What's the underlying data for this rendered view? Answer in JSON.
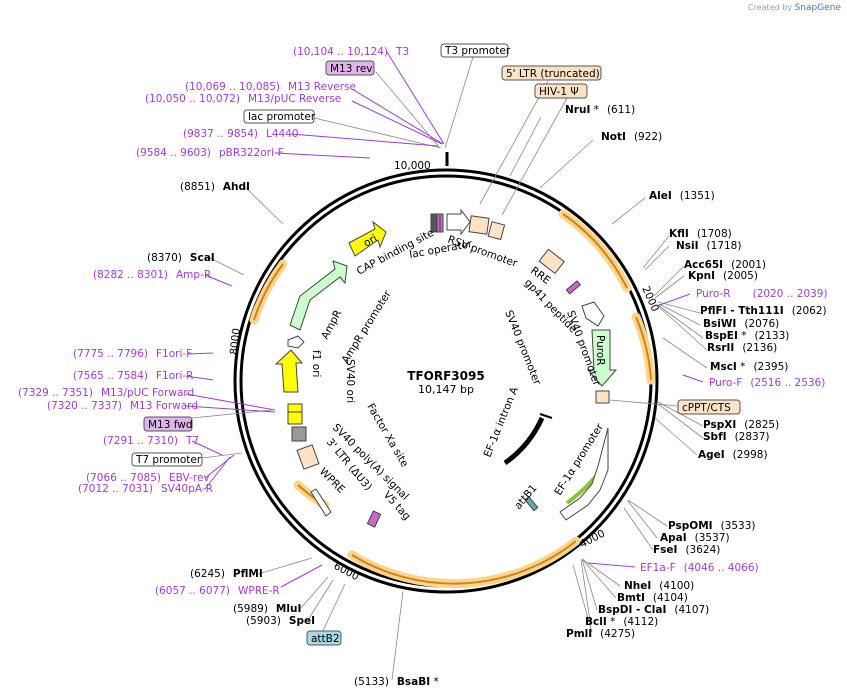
{
  "credit": {
    "prefix": "Created by",
    "brand": "SnapGene"
  },
  "plasmid": {
    "name": "TFORF3095",
    "size": "10,147 bp"
  },
  "ticks": [
    "10,000",
    "2000",
    "4000",
    "6000",
    "8000"
  ],
  "sites": [
    {
      "name": "NruI",
      "star": true,
      "pos": "(611)"
    },
    {
      "name": "NotI",
      "star": false,
      "pos": "(922)"
    },
    {
      "name": "AleI",
      "star": false,
      "pos": "(1351)"
    },
    {
      "name": "KflI",
      "star": false,
      "pos": "(1708)"
    },
    {
      "name": "NsiI",
      "star": false,
      "pos": "(1718)"
    },
    {
      "name": "Acc65I",
      "star": false,
      "pos": "(2001)"
    },
    {
      "name": "KpnI",
      "star": false,
      "pos": "(2005)"
    },
    {
      "name": "PflFI - Tth111I",
      "star": false,
      "pos": "(2062)"
    },
    {
      "name": "BsiWI",
      "star": false,
      "pos": "(2076)"
    },
    {
      "name": "BspEI",
      "star": true,
      "pos": "(2133)"
    },
    {
      "name": "RsrII",
      "star": false,
      "pos": "(2136)"
    },
    {
      "name": "MscI",
      "star": true,
      "pos": "(2395)"
    },
    {
      "name": "PspXI",
      "star": false,
      "pos": "(2825)"
    },
    {
      "name": "SbfI",
      "star": false,
      "pos": "(2837)"
    },
    {
      "name": "AgeI",
      "star": false,
      "pos": "(2998)"
    },
    {
      "name": "PspOMI",
      "star": false,
      "pos": "(3533)"
    },
    {
      "name": "ApaI",
      "star": false,
      "pos": "(3537)"
    },
    {
      "name": "FseI",
      "star": false,
      "pos": "(3624)"
    },
    {
      "name": "NheI",
      "star": false,
      "pos": "(4100)"
    },
    {
      "name": "BmtI",
      "star": false,
      "pos": "(4104)"
    },
    {
      "name": "BspDI - ClaI",
      "star": false,
      "pos": "(4107)"
    },
    {
      "name": "BclI",
      "star": true,
      "pos": "(4112)"
    },
    {
      "name": "PmlI",
      "star": false,
      "pos": "(4275)"
    },
    {
      "name": "BsaBI",
      "star": true,
      "pos": "(5133)"
    },
    {
      "name": "SpeI",
      "star": false,
      "pos": "(5903)"
    },
    {
      "name": "MluI",
      "star": false,
      "pos": "(5989)"
    },
    {
      "name": "PflMI",
      "star": false,
      "pos": "(6245)"
    },
    {
      "name": "ScaI",
      "star": false,
      "pos": "(8370)"
    },
    {
      "name": "AhdI",
      "star": false,
      "pos": "(8851)"
    }
  ],
  "primers": [
    {
      "name": "T3",
      "range": "(10,104 .. 10,124)"
    },
    {
      "name": "M13 Reverse",
      "range": "(10,069 .. 10,085)"
    },
    {
      "name": "M13/pUC Reverse",
      "range": "(10,050 .. 10,072)"
    },
    {
      "name": "L4440",
      "range": "(9837 .. 9854)"
    },
    {
      "name": "pBR322ori-F",
      "range": "(9584 .. 9603)"
    },
    {
      "name": "Amp-R",
      "range": "(8282 .. 8301)"
    },
    {
      "name": "F1ori-F",
      "range": "(7775 .. 7796)"
    },
    {
      "name": "F1ori-R",
      "range": "(7565 .. 7584)"
    },
    {
      "name": "M13/pUC Forward",
      "range": "(7329 .. 7351)"
    },
    {
      "name": "M13 Forward",
      "range": "(7320 .. 7337)"
    },
    {
      "name": "T7",
      "range": "(7291 .. 7310)"
    },
    {
      "name": "EBV-rev",
      "range": "(7066 .. 7085)"
    },
    {
      "name": "SV40pA-R",
      "range": "(7012 .. 7031)"
    },
    {
      "name": "WPRE-R",
      "range": "(6057 .. 6077)"
    },
    {
      "name": "Puro-R",
      "range": "(2020 .. 2039)"
    },
    {
      "name": "Puro-F",
      "range": "(2516 .. 2536)"
    },
    {
      "name": "EF1a-F",
      "range": "(4046 .. 4066)"
    }
  ],
  "boxed": {
    "t3_promoter": "T3 promoter",
    "m13_rev": "M13 rev",
    "ltr5": "5' LTR (truncated)",
    "hiv_psi": "HIV-1 Ψ",
    "lac_promoter": "lac promoter",
    "cppt": "cPPT/CTS",
    "m13_fwd": "M13 fwd",
    "t7_promoter": "T7 promoter",
    "attb2": "attB2"
  },
  "inner_labels": {
    "ori": "ori",
    "cap": "CAP binding site",
    "lac_operator": "lac operator",
    "rsv": "RSV promoter",
    "rre": "RRE",
    "gp41": "gp41 peptide",
    "sv40_prom_a": "SV40 promoter",
    "sv40_prom_b": "SV40 promoter",
    "puror": "PuroR",
    "ampr": "AmpR",
    "ampr_prom": "AmpR promoter",
    "f1ori": "f1 ori",
    "sv40ori": "SV40 ori",
    "factor_xa": "Factor Xa site",
    "sv40polya": "SV40 poly(A) signal",
    "ltr3": "3' LTR (ΔU3)",
    "v5": "V5 tag",
    "wpre": "WPRE",
    "ef1a_intron": "EF-1α intron A",
    "ef1a_prom": "EF-1α promoter",
    "attb1": "attB1"
  },
  "colors": {
    "primer": "#a03ccf",
    "ori": "#ffff00",
    "ampr": "#ccffcc",
    "ltr": "#fde3c6",
    "orf_arc": "#f5a23a",
    "ef1a_arc": "#84c62d"
  }
}
